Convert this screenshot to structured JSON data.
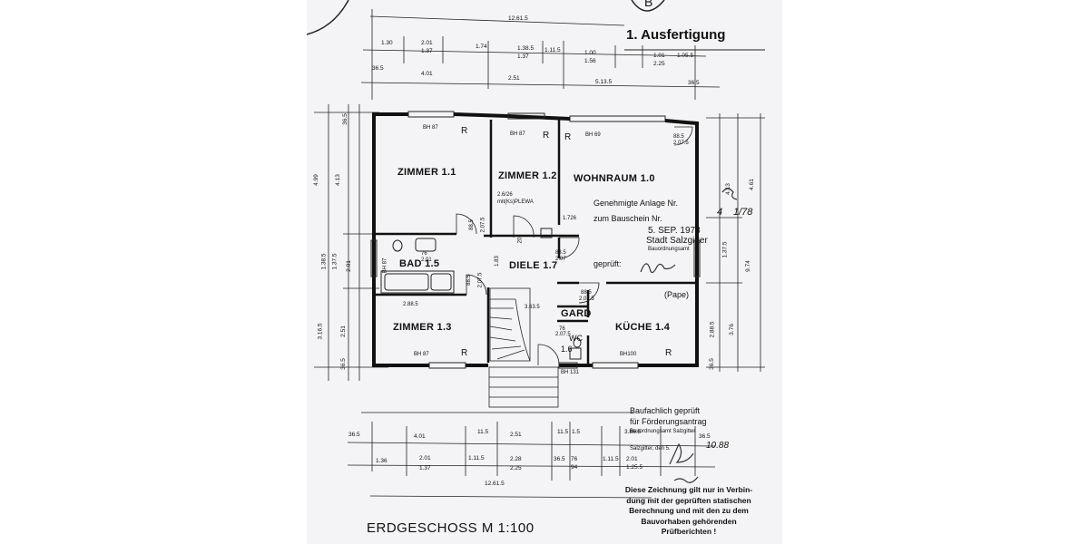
{
  "header": {
    "copy_label": "1. Ausfertigung",
    "corner_mark": "B"
  },
  "title": "ERDGESCHOSS  M 1:100",
  "rooms": {
    "zimmer_11": "ZIMMER 1.1",
    "zimmer_12": "ZIMMER 1.2",
    "wohnraum": "WOHNRAUM 1.0",
    "bad": "BAD 1.5",
    "diele": "DIELE 1.7",
    "zimmer_13": "ZIMMER 1.3",
    "garderobe": "GARD",
    "wc": "WC",
    "wc_num": "1.6",
    "kueche": "KÜCHE 1.4"
  },
  "window_labels": {
    "bh87_a": "BH 87",
    "bh87_b": "BH 87",
    "bh69": "BH 69",
    "bh87_c": "BH 87",
    "bh100": "BH100",
    "bh131": "BH 131",
    "bh87_left": "BH 87",
    "r": "R"
  },
  "room_dims": {
    "z12_area": "2.6/26",
    "z12_plewa": "mit(Ks)PLEWA",
    "dim_1726": "1.726",
    "bad_door": "76",
    "bad_door_h": "2.01",
    "door_885a": "88.5",
    "door_2075a": "2.07.5",
    "diele_door": "88.5",
    "diele_door_h": "2.07.5",
    "door_885b": "88.5",
    "door_2075b": "2.07",
    "z13_w": "2.88.5",
    "stair": "3.63.5",
    "garde_door": "76",
    "garde_door_h": "2.07.5",
    "wc_door_n": "88.5",
    "wc_door_h": "2.07.5",
    "kue_door": "88.5",
    "kue_door_h": "2.07.5",
    "dim_183": "1.83",
    "dim_20": "20"
  },
  "top_dims": {
    "overall": "12.61.5",
    "row1": [
      "1.30",
      "2.01",
      "1.37",
      "1.74",
      "1.38.5",
      "1.37",
      "1.11.5",
      "1.00",
      "1.56",
      "1.01",
      "2.25",
      "1.05.5"
    ],
    "row2": [
      "36.5",
      "4.01",
      "2.51",
      "5.13.5",
      "36.5"
    ]
  },
  "bottom_dims": {
    "row1": [
      "36.5",
      "4.01",
      "11.5",
      "2.51",
      "11.5",
      "1.5",
      "3.86.5",
      "36.5"
    ],
    "row2": [
      "1.36",
      "2.01",
      "1.37",
      "1.11.5",
      "2.28",
      "2.25",
      "36.5",
      "76",
      "94",
      "1.11.5",
      "2.01",
      "1.25.5"
    ],
    "overall": "12.61.5"
  },
  "left_dims": [
    "4.99",
    "4.13",
    "36.5",
    "1.38.5",
    "1.37.5",
    "2.01",
    "3.16.5",
    "2.51",
    "36.5"
  ],
  "right_dims": [
    "4.61",
    "4.13",
    "1.37.5",
    "9.74",
    "2.88.5",
    "3.76",
    "36.5"
  ],
  "stamp": {
    "line1": "Genehmigte Anlage Nr.",
    "line2": "zum Bauschein Nr.",
    "date": "5. SEP. 1978",
    "authority": "Stadt Salzgitter",
    "office": "Bauordnungsamt",
    "checked": "geprüft:",
    "pape": "(Pape)",
    "handwritten_num": "4",
    "handwritten_year": "1/78"
  },
  "approval": {
    "line1": "Baufachlich geprüft",
    "line2": "für Förderungsantrag",
    "line3": "Bauordnungsamt Salzgitter",
    "line4": "Salzgitter, den 5.",
    "date_handwritten": "10.88"
  },
  "notice": {
    "line1": "Diese Zeichnung gilt nur in Verbin-",
    "line2": "dung mit der geprüften statischen",
    "line3": "Berechnung und mit den zu dem",
    "line4": "Bauvorhaben gehörenden",
    "line5": "Prüfberichten !"
  }
}
